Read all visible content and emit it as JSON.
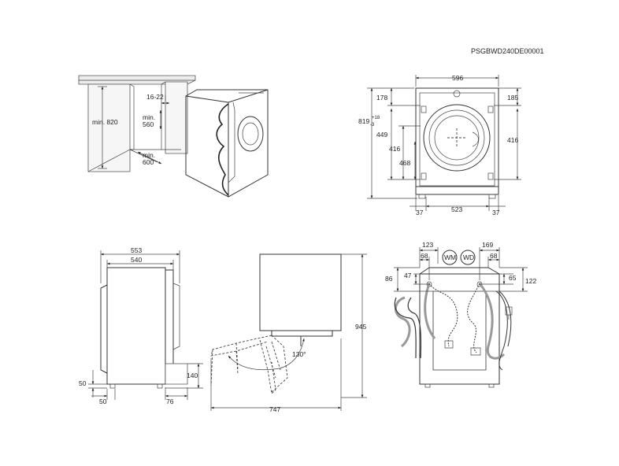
{
  "code": "PSGBWD240DE00001",
  "install": {
    "height": "min. 820",
    "gap": "16-22",
    "width_a": "min.",
    "width_b": "560",
    "depth_a": "min.",
    "depth_b": "600"
  },
  "front": {
    "width": "596",
    "height_base": "819",
    "height_sup": "+18",
    "height_sub": "-3",
    "d178": "178",
    "d185": "185",
    "d449": "449",
    "d416l": "416",
    "d416r": "416",
    "d468": "468",
    "d523": "523",
    "d37l": "37",
    "d37r": "37"
  },
  "side": {
    "d553": "553",
    "d540": "540",
    "d50a": "50",
    "d50b": "50",
    "d140": "140",
    "d76": "76"
  },
  "door": {
    "d945": "945",
    "d747": "747",
    "angle": "130°"
  },
  "rear": {
    "d123": "123",
    "d68l": "68",
    "d169": "169",
    "d68r": "68",
    "d86": "86",
    "d47": "47",
    "d65": "65",
    "d122": "122",
    "wm": "WM",
    "wd": "WD"
  }
}
